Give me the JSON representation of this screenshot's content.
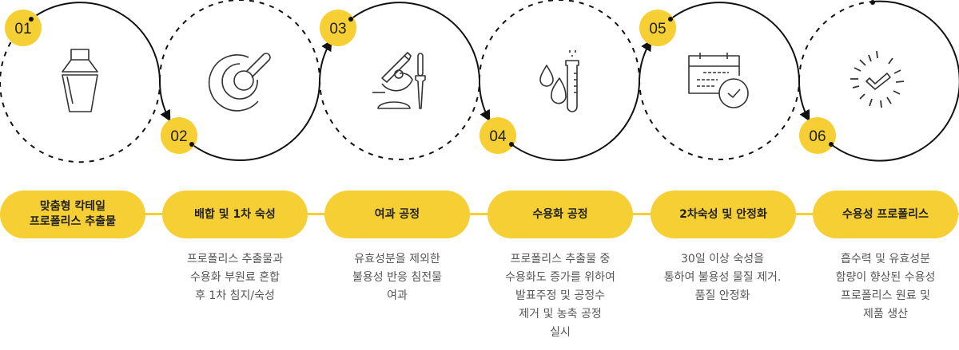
{
  "colors": {
    "accent": "#f6cf34",
    "line": "#111111",
    "text": "#222222",
    "desc": "#555555"
  },
  "steps": [
    {
      "number": "01",
      "icon": "cocktail-shaker-icon",
      "title": "맞춤형 칵테일\n프로폴리스 추출물",
      "desc": ""
    },
    {
      "number": "02",
      "icon": "mortar-pestle-icon",
      "title": "배합 및 1차 숙성",
      "desc": "프로폴리스 추출물과\n수용화 부원료 혼합\n후 1차 침지/숙성"
    },
    {
      "number": "03",
      "icon": "microscope-dropper-icon",
      "title": "여과 공정",
      "desc": "유효성분을 제외한\n불용성 반응 침전물\n여과"
    },
    {
      "number": "04",
      "icon": "test-tube-drops-icon",
      "title": "수용화 공정",
      "desc": "프로폴리스 추출물 중\n수용화도 증가를 위하여\n발표주정 및 공정수\n제거 및 농축 공정\n실시"
    },
    {
      "number": "05",
      "icon": "calendar-check-icon",
      "title": "2차숙성 및 안정화",
      "desc": "30일 이상 숙성을\n통하여 불용성 물질 제거.\n품질 안정화"
    },
    {
      "number": "06",
      "icon": "sparkle-check-icon",
      "title": "수용성 프로폴리스",
      "desc": "흡수력 및 유효성분\n함량이 향상된 수용성\n프로폴리스 원료 및\n제품 생산"
    }
  ]
}
